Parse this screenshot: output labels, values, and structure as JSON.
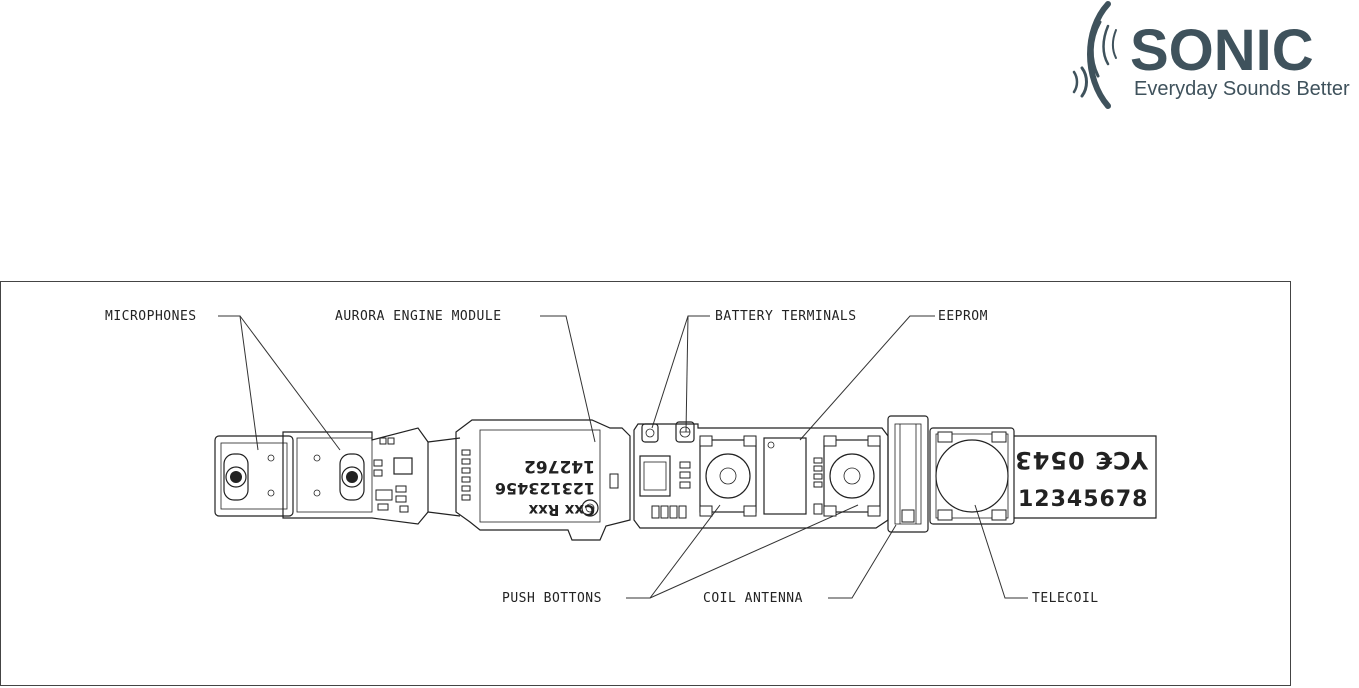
{
  "brand": {
    "name": "SONIC",
    "tagline": "Everyday Sounds Better",
    "color": "#3f525c"
  },
  "labels": {
    "microphones": "MICROPHONES",
    "aurora": "AURORA ENGINE MODULE",
    "battery": "BATTERY TERMINALS",
    "eeprom": "EEPROM",
    "push": "PUSH BOTTONS",
    "coil": "COIL ANTENNA",
    "telecoil": "TELECOIL"
  },
  "module_text": {
    "line1": "Cxx  Rxx",
    "line2": "123123456",
    "line3": "142762"
  },
  "cert_text": {
    "mark": "YC€ 0543",
    "serial": "12345678"
  }
}
